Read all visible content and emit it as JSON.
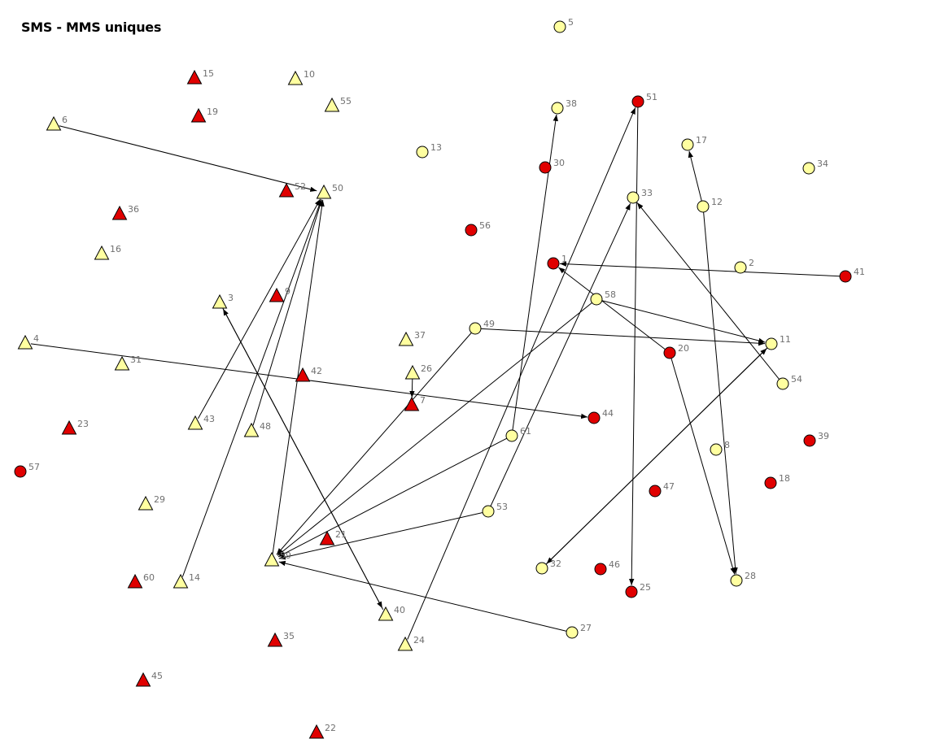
{
  "title": "SMS - MMS uniques",
  "colors": {
    "red": "#e00000",
    "yellow": "#ffffa0",
    "edge": "#000000",
    "label": "#707070"
  },
  "nodes": [
    {
      "id": "1",
      "shape": "circle",
      "color": "red"
    },
    {
      "id": "2",
      "shape": "circle",
      "color": "yellow"
    },
    {
      "id": "3",
      "shape": "triangle",
      "color": "yellow"
    },
    {
      "id": "4",
      "shape": "triangle",
      "color": "yellow"
    },
    {
      "id": "5",
      "shape": "circle",
      "color": "yellow"
    },
    {
      "id": "6",
      "shape": "triangle",
      "color": "yellow"
    },
    {
      "id": "7",
      "shape": "triangle",
      "color": "red"
    },
    {
      "id": "8",
      "shape": "circle",
      "color": "yellow"
    },
    {
      "id": "9",
      "shape": "triangle",
      "color": "red"
    },
    {
      "id": "10",
      "shape": "triangle",
      "color": "yellow"
    },
    {
      "id": "11",
      "shape": "circle",
      "color": "yellow"
    },
    {
      "id": "12",
      "shape": "circle",
      "color": "yellow"
    },
    {
      "id": "13",
      "shape": "circle",
      "color": "yellow"
    },
    {
      "id": "14",
      "shape": "triangle",
      "color": "yellow"
    },
    {
      "id": "15",
      "shape": "triangle",
      "color": "red"
    },
    {
      "id": "16",
      "shape": "triangle",
      "color": "yellow"
    },
    {
      "id": "17",
      "shape": "circle",
      "color": "yellow"
    },
    {
      "id": "18",
      "shape": "circle",
      "color": "red"
    },
    {
      "id": "19",
      "shape": "triangle",
      "color": "red"
    },
    {
      "id": "20",
      "shape": "circle",
      "color": "red"
    },
    {
      "id": "21",
      "shape": "triangle",
      "color": "red"
    },
    {
      "id": "22",
      "shape": "triangle",
      "color": "red"
    },
    {
      "id": "23",
      "shape": "triangle",
      "color": "red"
    },
    {
      "id": "24",
      "shape": "triangle",
      "color": "yellow"
    },
    {
      "id": "25",
      "shape": "circle",
      "color": "red"
    },
    {
      "id": "26",
      "shape": "triangle",
      "color": "yellow"
    },
    {
      "id": "27",
      "shape": "circle",
      "color": "yellow"
    },
    {
      "id": "28",
      "shape": "circle",
      "color": "yellow"
    },
    {
      "id": "29",
      "shape": "triangle",
      "color": "yellow"
    },
    {
      "id": "30",
      "shape": "circle",
      "color": "red"
    },
    {
      "id": "31",
      "shape": "triangle",
      "color": "yellow"
    },
    {
      "id": "32",
      "shape": "circle",
      "color": "yellow"
    },
    {
      "id": "33",
      "shape": "circle",
      "color": "yellow"
    },
    {
      "id": "34",
      "shape": "circle",
      "color": "yellow"
    },
    {
      "id": "35",
      "shape": "triangle",
      "color": "red"
    },
    {
      "id": "36",
      "shape": "triangle",
      "color": "red"
    },
    {
      "id": "37",
      "shape": "triangle",
      "color": "yellow"
    },
    {
      "id": "38",
      "shape": "circle",
      "color": "yellow"
    },
    {
      "id": "39",
      "shape": "circle",
      "color": "red"
    },
    {
      "id": "40",
      "shape": "triangle",
      "color": "yellow"
    },
    {
      "id": "41",
      "shape": "circle",
      "color": "red"
    },
    {
      "id": "42",
      "shape": "triangle",
      "color": "red"
    },
    {
      "id": "43",
      "shape": "triangle",
      "color": "yellow"
    },
    {
      "id": "44",
      "shape": "circle",
      "color": "red"
    },
    {
      "id": "45",
      "shape": "triangle",
      "color": "red"
    },
    {
      "id": "46",
      "shape": "circle",
      "color": "red"
    },
    {
      "id": "47",
      "shape": "circle",
      "color": "red"
    },
    {
      "id": "48",
      "shape": "triangle",
      "color": "yellow"
    },
    {
      "id": "49",
      "shape": "circle",
      "color": "yellow"
    },
    {
      "id": "50",
      "shape": "triangle",
      "color": "yellow"
    },
    {
      "id": "51",
      "shape": "circle",
      "color": "red"
    },
    {
      "id": "52",
      "shape": "triangle",
      "color": "red"
    },
    {
      "id": "53",
      "shape": "circle",
      "color": "yellow"
    },
    {
      "id": "54",
      "shape": "circle",
      "color": "yellow"
    },
    {
      "id": "55",
      "shape": "triangle",
      "color": "yellow"
    },
    {
      "id": "56",
      "shape": "circle",
      "color": "red"
    },
    {
      "id": "57",
      "shape": "circle",
      "color": "red"
    },
    {
      "id": "58",
      "shape": "circle",
      "color": "yellow"
    },
    {
      "id": "59",
      "shape": "triangle",
      "color": "yellow"
    },
    {
      "id": "60",
      "shape": "triangle",
      "color": "red"
    },
    {
      "id": "61",
      "shape": "circle",
      "color": "yellow"
    }
  ],
  "edges": [
    {
      "from": "6",
      "to": "50"
    },
    {
      "from": "43",
      "to": "50"
    },
    {
      "from": "48",
      "to": "50"
    },
    {
      "from": "14",
      "to": "50"
    },
    {
      "from": "59",
      "to": "50"
    },
    {
      "from": "4",
      "to": "44"
    },
    {
      "from": "26",
      "to": "7"
    },
    {
      "from": "3",
      "to": "40"
    },
    {
      "from": "40",
      "to": "3"
    },
    {
      "from": "49",
      "to": "59"
    },
    {
      "from": "58",
      "to": "59"
    },
    {
      "from": "61",
      "to": "59"
    },
    {
      "from": "53",
      "to": "59"
    },
    {
      "from": "27",
      "to": "59"
    },
    {
      "from": "61",
      "to": "38"
    },
    {
      "from": "24",
      "to": "51"
    },
    {
      "from": "51",
      "to": "25"
    },
    {
      "from": "53",
      "to": "33"
    },
    {
      "from": "54",
      "to": "33"
    },
    {
      "from": "41",
      "to": "1"
    },
    {
      "from": "20",
      "to": "1"
    },
    {
      "from": "58",
      "to": "11"
    },
    {
      "from": "49",
      "to": "11"
    },
    {
      "from": "32",
      "to": "11"
    },
    {
      "from": "11",
      "to": "32"
    },
    {
      "from": "12",
      "to": "17"
    },
    {
      "from": "12",
      "to": "28"
    },
    {
      "from": "20",
      "to": "28"
    }
  ]
}
